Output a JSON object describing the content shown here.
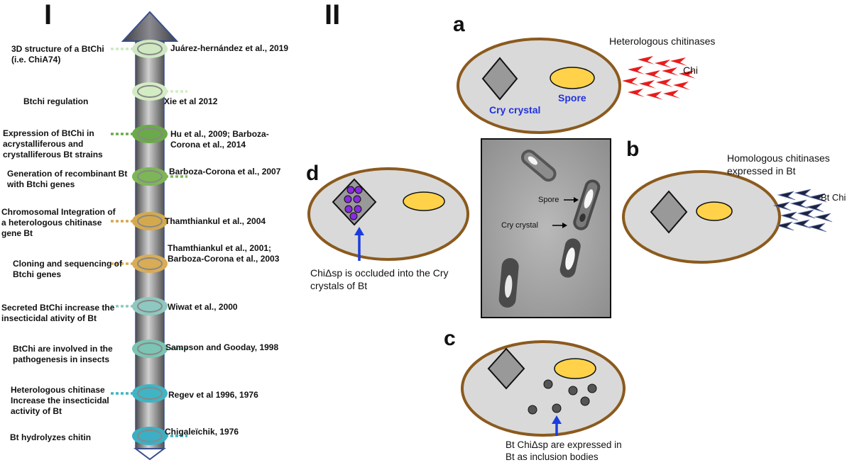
{
  "section_titles": {
    "one": "I",
    "two": "II"
  },
  "timeline": [
    {
      "left": "3D structure of a BtChi (i.e. ChiA74)",
      "right": "Juárez-hernández et al., 2019",
      "color": "#cfe8c2"
    },
    {
      "left": "Btchi  regulation",
      "right": "Xie et al 2012",
      "color": "#d4ecc4"
    },
    {
      "left": "Expression of BtChi in acrystalliferous and crystalliferous Bt strains",
      "right": "Hu et al.,  2009; Barboza-Corona et al., 2014",
      "color": "#6aaa48"
    },
    {
      "left": "Generation of recombinant Bt with Btchi genes",
      "right": "Barboza-Corona et al., 2007",
      "color": "#7db656"
    },
    {
      "left": "Chromosomal Integration of a heterologous chitinase gene  Bt",
      "right": "Thamthiankul et al., 2004",
      "color": "#d4a94e"
    },
    {
      "left": "Cloning and sequencing of Btchi genes",
      "right": "Thamthiankul et al., 2001; Barboza-Corona et al., 2003",
      "color": "#d9ac55"
    },
    {
      "left": "Secreted BtChi increase the insecticidal ativity of Bt",
      "right": "Wiwat et al., 2000",
      "color": "#8ec8c0"
    },
    {
      "left": "BtChi are involved in the pathogenesis in insects",
      "right": "Sampson and Gooday, 1998",
      "color": "#7cc4b4"
    },
    {
      "left": "Heterologous chitinase Increase the insecticidal activity of Bt",
      "right": "Regev et al 1996, 1976",
      "color": "#3fb4c4"
    },
    {
      "left": "Bt hydrolyzes chitin",
      "right": "Chigaleïchik, 1976",
      "color": "#3cafc4"
    }
  ],
  "panels": {
    "a": {
      "letter": "a",
      "title": "Heterologous chitinases",
      "chi": "Chi",
      "cry": "Cry crystal",
      "spore": "Spore"
    },
    "b": {
      "letter": "b",
      "title": "Homologous chitinases expressed in Bt",
      "chi": "Bt Chi"
    },
    "c": {
      "letter": "c",
      "caption": "Bt ChiΔsp are expressed in Bt as inclusion bodies"
    },
    "d": {
      "letter": "d",
      "caption": "ChiΔsp is occluded into  the Cry crystals of Bt"
    },
    "micro": {
      "spore": "Spore",
      "cry": "Cry crystal"
    }
  }
}
